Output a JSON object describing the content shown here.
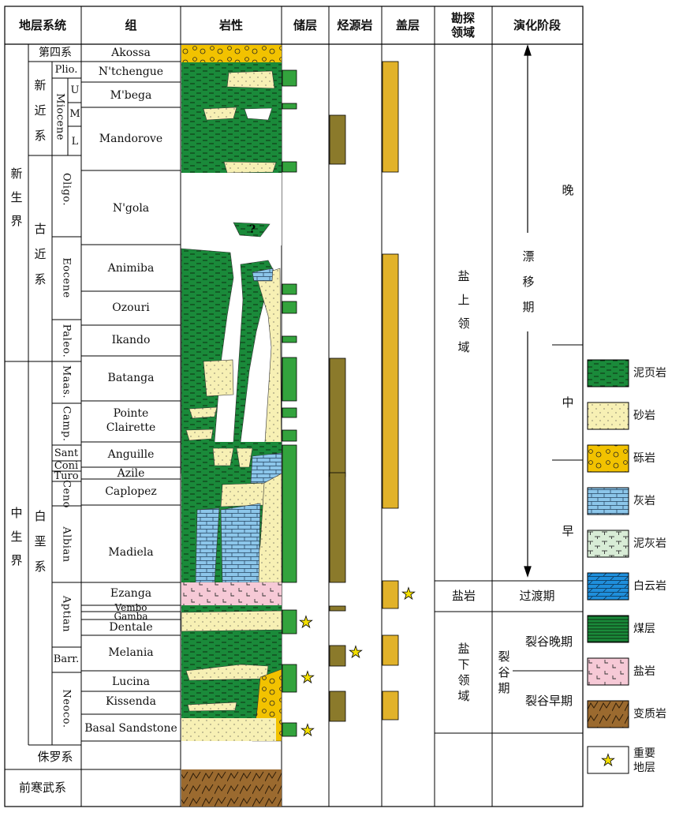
{
  "headers": {
    "system": "地层系统",
    "group": "组",
    "lithology": "岩性",
    "reservoir": "储层",
    "source_rock": "烃源岩",
    "cap_rock": "盖层",
    "exploration_domain": "勘探领域",
    "evolution_stage": "演化阶段"
  },
  "eras": {
    "cenozoic": "新生界",
    "mesozoic": "中生界"
  },
  "systems": {
    "quaternary": "第四系",
    "neogene": "新近系",
    "paleogene": "古近系",
    "cretaceous": "白垩系",
    "jurassic": "侏罗系",
    "precambrian": "前寒武系"
  },
  "series": {
    "plio": "Plio.",
    "miocene": "Miocene",
    "miocene_u": "U",
    "miocene_m": "M",
    "miocene_l": "L",
    "oligo": "Oligo.",
    "eocene": "Eocene",
    "paleo": "Paleo.",
    "maas": "Maas.",
    "camp": "Camp.",
    "sant": "Sant",
    "coni": "Coni",
    "turo": "Turo",
    "ceno": "Ceno",
    "albian": "Albian",
    "aptian": "Aptian",
    "barr": "Barr.",
    "neoco": "Neoco."
  },
  "groups": [
    "Akossa",
    "N'tchengue",
    "M'bega",
    "Mandorove",
    "N'gola",
    "Animiba",
    "Ozouri",
    "Ikando",
    "Batanga",
    "Pointe",
    "Clairette",
    "Anguille",
    "Azile",
    "Caplopez",
    "Madiela",
    "Ezanga",
    "Vembo",
    "Gamba",
    "Dentale",
    "Melania",
    "Lucina",
    "Kissenda",
    "Basal Sandstone"
  ],
  "lithology_mark": "?",
  "exploration": {
    "presalt_upper": "盐上领域",
    "salt": "盐岩",
    "presalt_lower": "盐下领域"
  },
  "evolution": {
    "late": "晚",
    "drift": "漂移期",
    "middle": "中",
    "early": "早",
    "transition": "过渡期",
    "rift": "裂谷期",
    "rift_late": "裂谷晚期",
    "rift_early": "裂谷早期"
  },
  "legend": [
    {
      "key": "mudshale",
      "label": "泥页岩"
    },
    {
      "key": "sandstone",
      "label": "砂岩"
    },
    {
      "key": "conglomerate",
      "label": "砾岩"
    },
    {
      "key": "limestone",
      "label": "灰岩"
    },
    {
      "key": "marl",
      "label": "泥灰岩"
    },
    {
      "key": "dolomite",
      "label": "白云岩"
    },
    {
      "key": "coal",
      "label": "煤层"
    },
    {
      "key": "salt",
      "label": "盐岩"
    },
    {
      "key": "metamorphic",
      "label": "变质岩"
    },
    {
      "key": "key_strata",
      "label": "重要地层"
    }
  ],
  "colors": {
    "green": "#1a8a3a",
    "sand": "#f7f0b4",
    "yellow": "#f2c200",
    "blue": "#8cc6ea",
    "salt": "#f6c9d6",
    "brown": "#9b6a2f",
    "olive": "#8b7a2b",
    "cap": "#e1b22a",
    "res": "#33a33d"
  }
}
